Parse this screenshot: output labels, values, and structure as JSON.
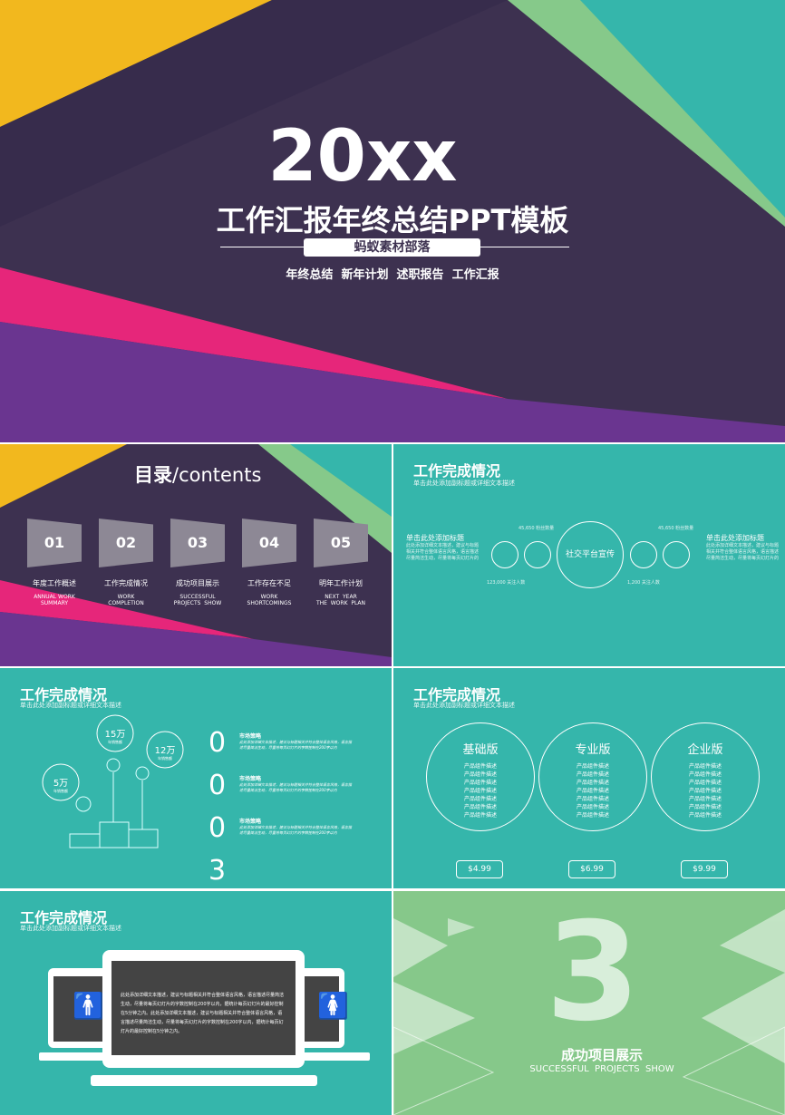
{
  "colors": {
    "purple_dark": "#3d3150",
    "yellow": "#f2b81e",
    "green": "#86c98a",
    "teal": "#35b6ab",
    "pink": "#e6267a",
    "purple": "#6a3590",
    "screen_gray": "#444444"
  },
  "cover": {
    "year": "20xx",
    "title": "工作汇报年终总结PPT模板",
    "badge": "蚂蚁素材部落",
    "tags": "年终总结  新年计划  述职报告  工作汇报"
  },
  "toc": {
    "title_cn": "目录",
    "title_en": "/contents",
    "items": [
      {
        "num": "01",
        "cn": "年度工作概述",
        "en1": "ANNUAL WORK",
        "en2": "SUMMARY"
      },
      {
        "num": "02",
        "cn": "工作完成情况",
        "en1": "WORK",
        "en2": "COMPLETION"
      },
      {
        "num": "03",
        "cn": "成功项目展示",
        "en1": "SUCCESSFUL",
        "en2": "PROJECTS  SHOW"
      },
      {
        "num": "04",
        "cn": "工作存在不足",
        "en1": "WORK",
        "en2": "SHORTCOMINGS"
      },
      {
        "num": "05",
        "cn": "明年工作计划",
        "en1": "NEXT  YEAR",
        "en2": "THE  WORK  PLAN"
      }
    ]
  },
  "slide_title": "工作完成情况",
  "slide_subtitle": "单击此处添加副标题或详细文本描述",
  "social": {
    "center": "社交平台宣传",
    "left_title": "单击此处添加标题",
    "right_title": "单击此处添加标题",
    "desc": "此处添加详细文本描述，建议与标题相关并符合整体语言风格，语言描述尽量简洁生动，尽量将每页幻灯片的",
    "stats": [
      "45,650 粉丝数量",
      "123,000 关注人数",
      "45,650 粉丝数量",
      "1,200 关注人数"
    ],
    "icons": [
      "camera-icon",
      "image-icon",
      "chat-icon",
      "wechat-icon"
    ]
  },
  "podium": {
    "bubbles": [
      {
        "value": "15万",
        "label": "年销售额"
      },
      {
        "value": "12万",
        "label": "年销售额"
      },
      {
        "value": "5万",
        "label": "年销售额"
      }
    ],
    "digits": [
      "0",
      "0",
      "0",
      "3"
    ],
    "items": [
      {
        "title": "市场策略",
        "text": "此处添加详细文本描述，建议与标题相关并符合整体语言风格，语言描述尽量简洁生动，尽量将每页幻灯片的字数控制在200字以内"
      },
      {
        "title": "市场策略",
        "text": "此处添加详细文本描述，建议与标题相关并符合整体语言风格，语言描述尽量简洁生动，尽量将每页幻灯片的字数控制在200字以内"
      },
      {
        "title": "市场策略",
        "text": "此处添加详细文本描述，建议与标题相关并符合整体语言风格，语言描述尽量简洁生动，尽量将每页幻灯片的字数控制在200字以内"
      }
    ]
  },
  "pricing": {
    "plans": [
      {
        "name": "基础版",
        "price": "$4.99"
      },
      {
        "name": "专业版",
        "price": "$6.99"
      },
      {
        "name": "企业版",
        "price": "$9.99"
      }
    ],
    "feature": "产品组件描述"
  },
  "devices": {
    "text": "此处添加详细文本描述，建议与标题相关并符合整体语言风格，语言描述尽量简洁生动，尽量将每页幻灯片的字数控制在200字以内，据统计每页幻灯片的最好控制在5分钟之内。此处添加详细文本描述，建议与标题相关并符合整体语言风格，语言描述尽量简洁生动，尽量将每页幻灯片的字数控制在200字以内，据统计每页幻灯片的最好控制在5分钟之内。"
  },
  "section": {
    "number": "3",
    "title": "成功项目展示",
    "subtitle": "SUCCESSFUL  PROJECTS  SHOW"
  }
}
